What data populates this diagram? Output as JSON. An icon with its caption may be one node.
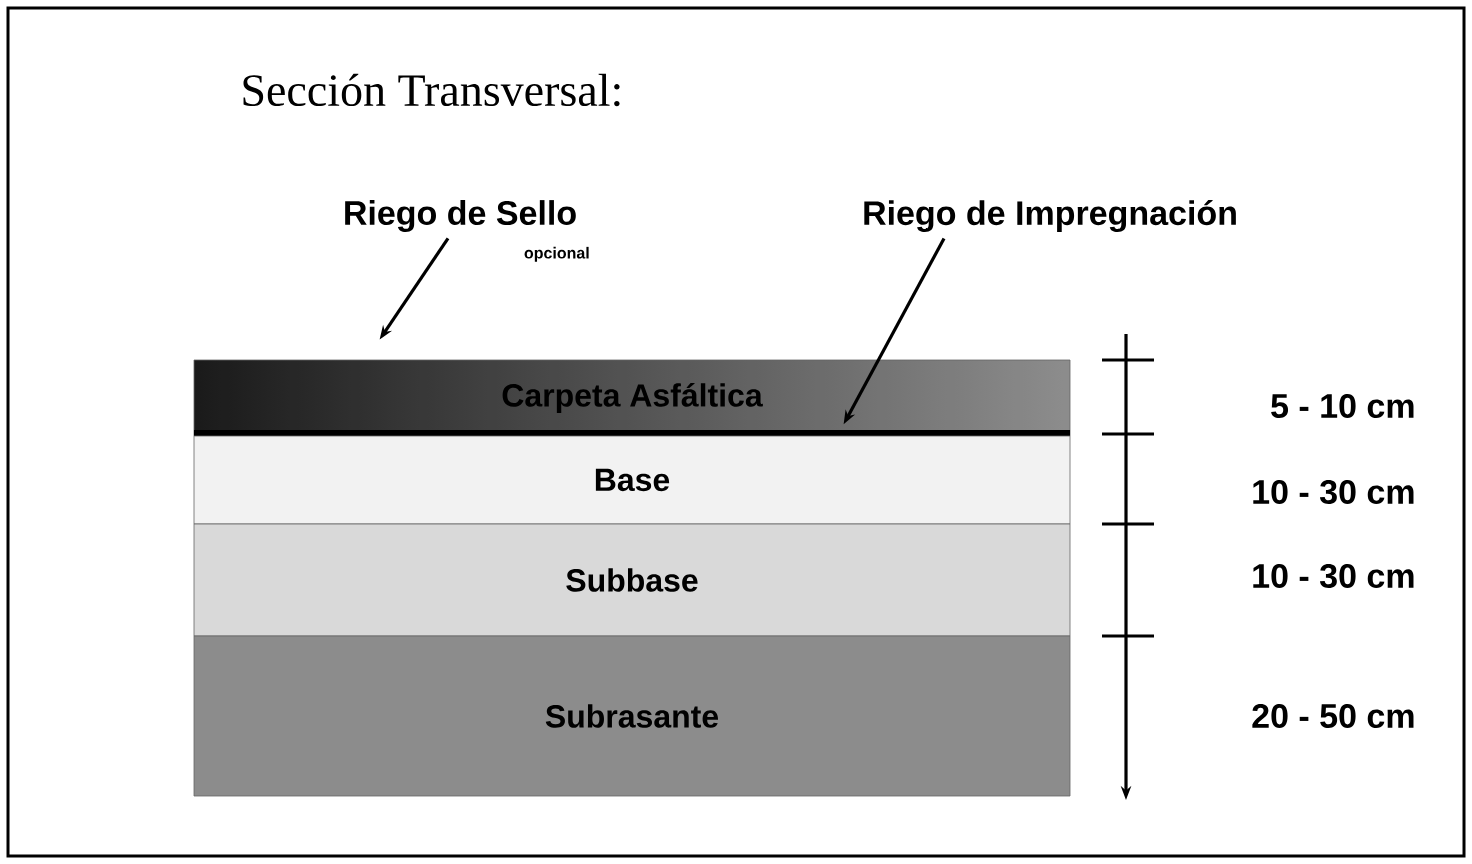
{
  "diagram": {
    "title": "Sección Transversal:",
    "nodes": [
      {
        "text": [
          "Riego de Sello"
        ],
        "beside": [
          "opcional"
        ]
      },
      {
        "text": [
          "Riego de Impregnación"
        ]
      },
      {
        "text": [
          "Carpeta Asfáltica"
        ]
      },
      {
        "text": [
          "Base"
        ]
      },
      {
        "text": [
          "Subbase"
        ]
      },
      {
        "text": [
          "Subrasante"
        ]
      }
    ],
    "edges": [
      {
        "from": 0,
        "to": 2,
        "arrow": "to"
      },
      {
        "from": 1,
        "to": 2,
        "arrow": "to"
      }
    ],
    "labels": [
      "5 - 10 cm",
      "10 - 30 cm",
      "10 - 30 cm",
      "20 - 50 cm"
    ]
  }
}
